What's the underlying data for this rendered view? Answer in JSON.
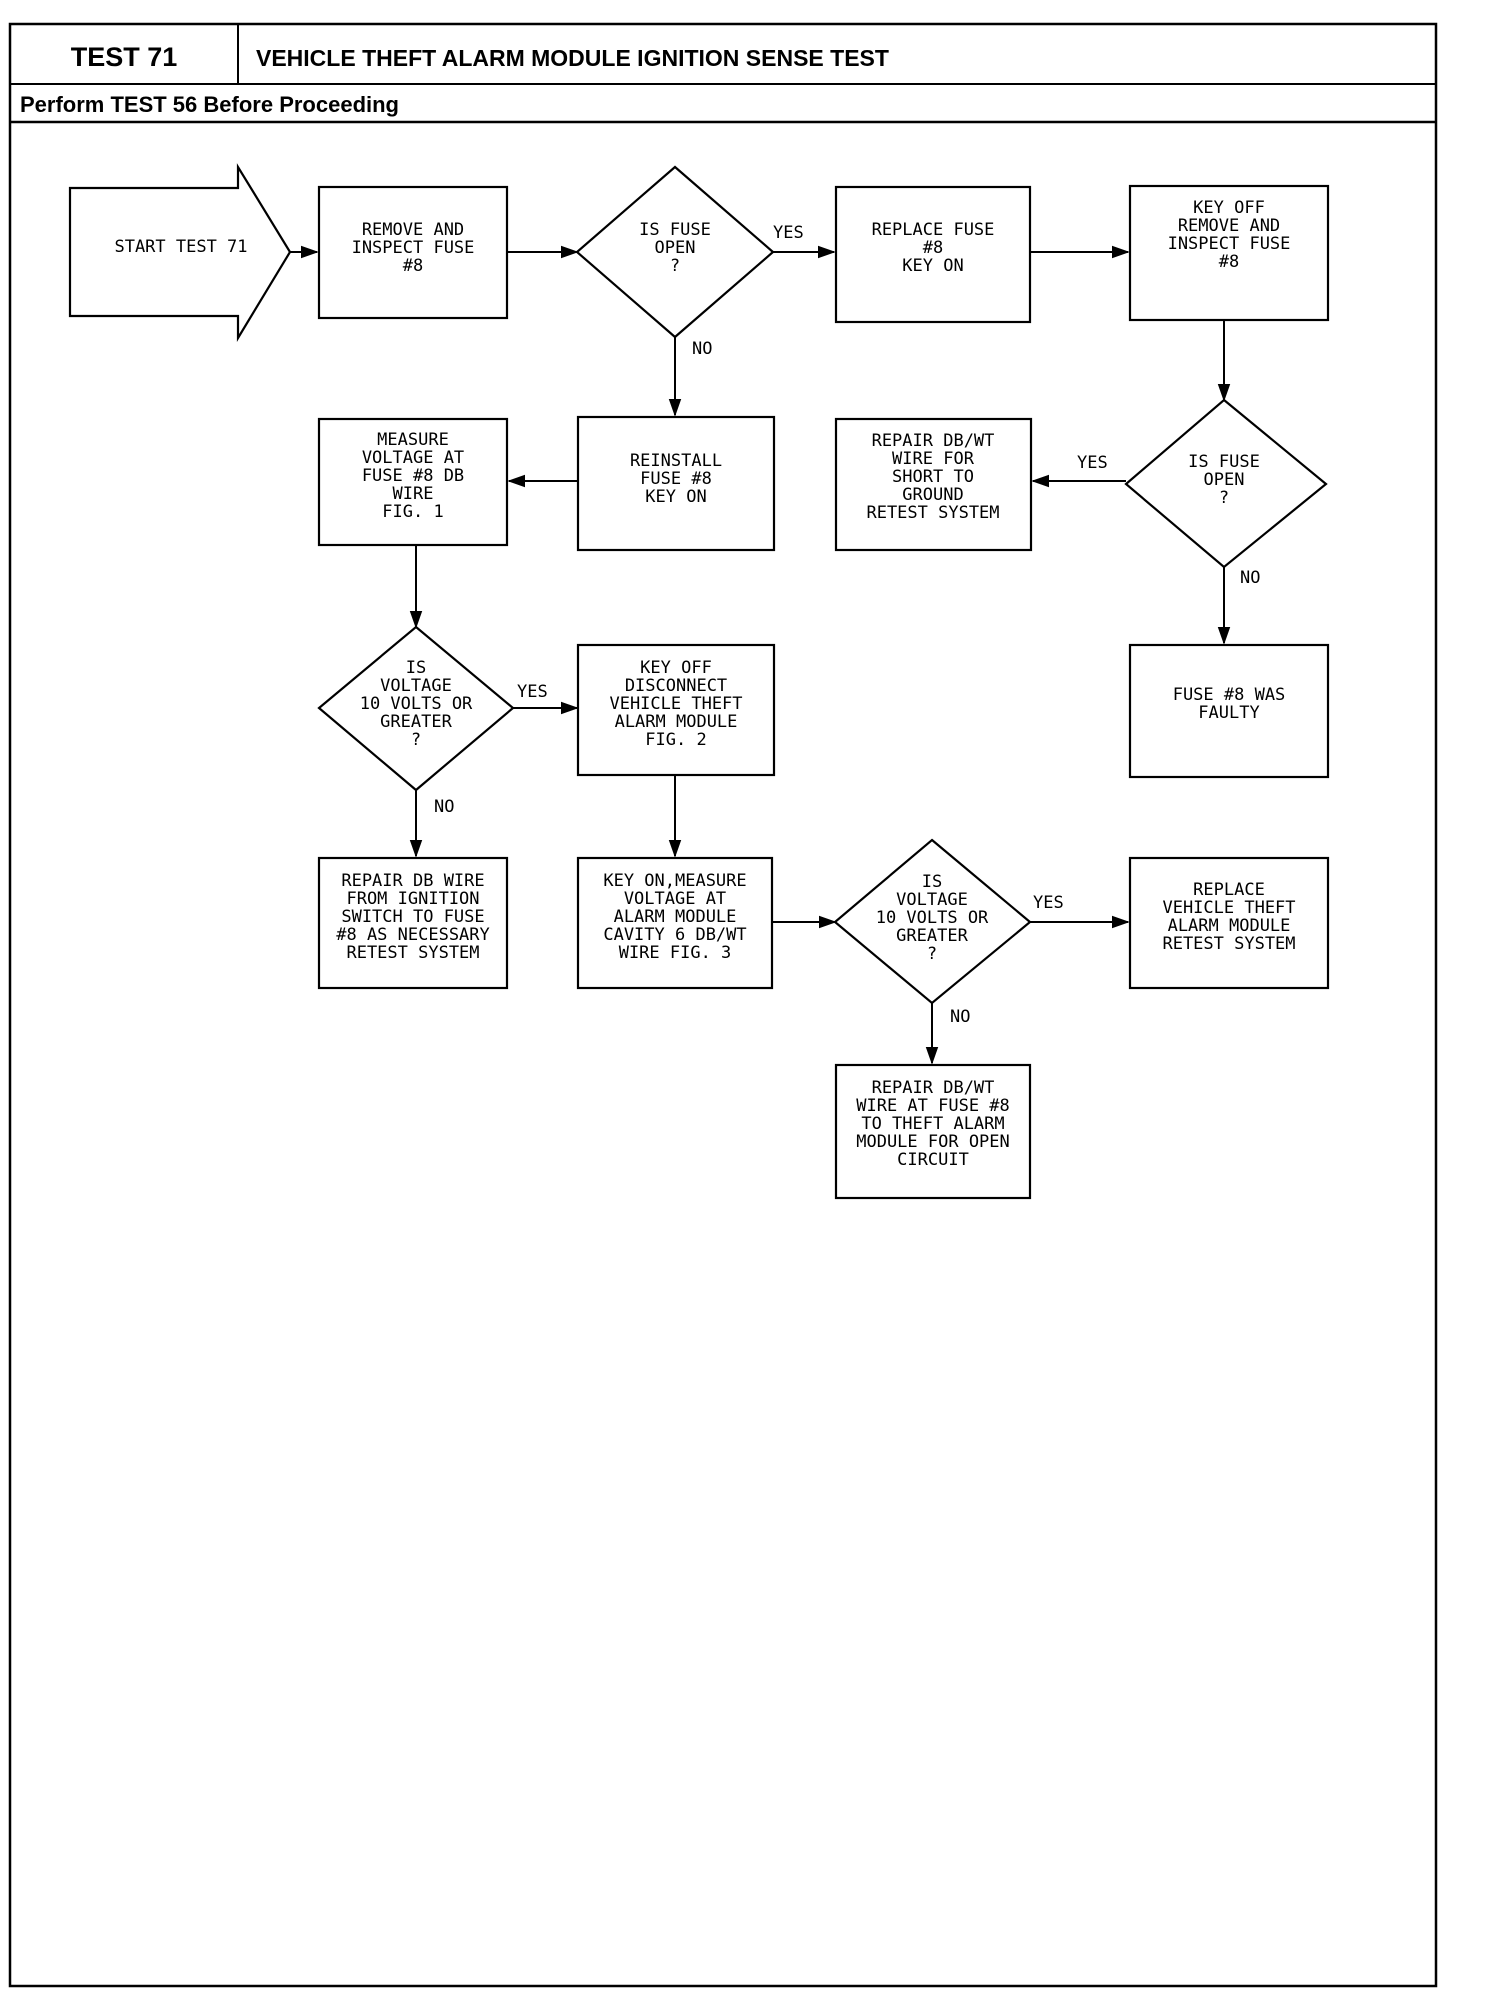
{
  "header": {
    "test_number": "TEST 71",
    "title": "VEHICLE THEFT ALARM MODULE IGNITION SENSE TEST",
    "subtitle": "Perform TEST 56 Before Proceeding"
  },
  "flow": {
    "start": [
      "START TEST 71"
    ],
    "remove_inspect_fuse": [
      "REMOVE AND",
      "INSPECT FUSE",
      "#8"
    ],
    "is_fuse_open_1": [
      "IS FUSE",
      "OPEN",
      "?"
    ],
    "replace_fuse": [
      "REPLACE FUSE",
      "#8",
      "KEY ON"
    ],
    "key_off_remove_inspect": [
      "KEY OFF",
      "REMOVE AND",
      "INSPECT FUSE",
      "#8"
    ],
    "reinstall_fuse": [
      "REINSTALL",
      "FUSE #8",
      "KEY ON"
    ],
    "measure_voltage_fuse": [
      "MEASURE",
      "VOLTAGE AT",
      "FUSE #8 DB",
      "WIRE",
      "FIG. 1"
    ],
    "repair_dbwt_short": [
      "REPAIR DB/WT",
      "WIRE FOR",
      "SHORT TO",
      "GROUND",
      "RETEST SYSTEM"
    ],
    "is_fuse_open_2": [
      "IS FUSE",
      "OPEN",
      "?"
    ],
    "is_voltage_1": [
      "IS",
      "VOLTAGE",
      "10 VOLTS OR",
      "GREATER",
      "?"
    ],
    "key_off_disconnect": [
      "KEY OFF",
      "DISCONNECT",
      "VEHICLE THEFT",
      "ALARM MODULE",
      "FIG. 2"
    ],
    "fuse_faulty": [
      "FUSE #8 WAS",
      "FAULTY"
    ],
    "repair_db_wire": [
      "REPAIR DB WIRE",
      "FROM IGNITION",
      "SWITCH TO FUSE",
      "#8 AS NECESSARY",
      "RETEST SYSTEM"
    ],
    "key_on_measure": [
      "KEY ON,MEASURE",
      "VOLTAGE AT",
      "ALARM MODULE",
      "CAVITY 6 DB/WT",
      "WIRE FIG. 3"
    ],
    "is_voltage_2": [
      "IS",
      "VOLTAGE",
      "10 VOLTS OR",
      "GREATER",
      "?"
    ],
    "replace_module": [
      "REPLACE",
      "VEHICLE THEFT",
      "ALARM MODULE",
      "RETEST SYSTEM"
    ],
    "repair_dbwt_open": [
      "REPAIR DB/WT",
      "WIRE AT FUSE #8",
      "TO THEFT ALARM",
      "MODULE FOR OPEN",
      "CIRCUIT"
    ]
  },
  "edges": {
    "yes": "YES",
    "no": "NO"
  }
}
